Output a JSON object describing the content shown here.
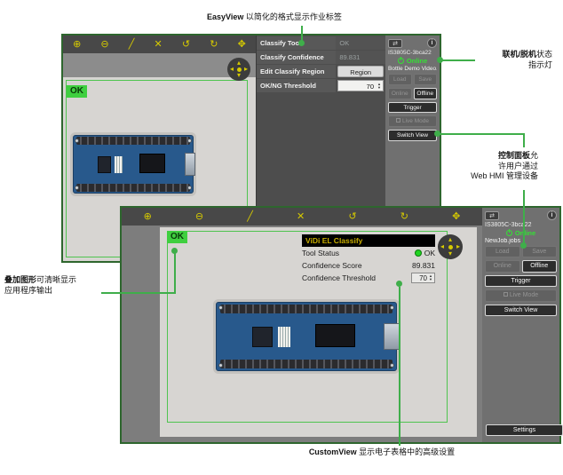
{
  "annotations": {
    "top": {
      "bold": "EasyView",
      "text": " 以简化的格式显示作业标签"
    },
    "right_status": {
      "bold": "联机/脱机",
      "rest": "状态",
      "line2": "指示灯"
    },
    "right_panel": {
      "bold": "控制面板",
      "rest": "允",
      "line2": "许用户通过",
      "line3": "Web HMI 管理设备"
    },
    "left": {
      "bold": "叠加图形",
      "rest": "可清晰显示",
      "line2": "应用程序输出"
    },
    "bottom": {
      "bold": "CustomView",
      "text": " 显示电子表格中的高级设置"
    }
  },
  "icons": {
    "zoom_in": "⊕",
    "zoom_out": "⊖",
    "measure": "╱",
    "cut": "✕",
    "undo": "↺",
    "redo": "↻",
    "move": "✥",
    "compass_up": "▴",
    "compass_down": "▾",
    "compass_left": "◂",
    "compass_right": "▸",
    "spin_up": "▲",
    "spin_down": "▼",
    "panel_toggle": "⇄",
    "info": "i"
  },
  "easyview": {
    "ok_overlay": "OK",
    "rows": {
      "tool": {
        "label": "Classify Tool",
        "value": "OK"
      },
      "confidence": {
        "label": "Classify Confidence",
        "value": "89.831"
      },
      "region": {
        "label": "Edit Classify Region",
        "button": "Region"
      },
      "threshold": {
        "label": "OK/NG Threshold",
        "value": "70"
      }
    }
  },
  "customview": {
    "ok_overlay": "OK",
    "overlay": {
      "title": "ViDi EL Classify",
      "status_label": "Tool Status",
      "status_value": "OK",
      "score_label": "Confidence Score",
      "score_value": "89.831",
      "threshold_label": "Confidence Threshold",
      "threshold_value": "70"
    }
  },
  "sidebar": {
    "device": "IS3805C-3bca22",
    "status": "Online",
    "job_easy": "Bottle Demo Video.jobs",
    "job_custom": "NewJob.jobs",
    "load": "Load",
    "save": "Save",
    "online": "Online",
    "offline": "Offline",
    "trigger": "Trigger",
    "live_mode": "Live Mode",
    "switch_view": "Switch View",
    "settings": "Settings"
  },
  "colors": {
    "callout_green": "#3fae4a",
    "roi_green": "#4fc44f",
    "ok_badge_green": "#3fcf3f",
    "toolbar_icon_yellow": "#d6ca00",
    "online_green": "#35e035",
    "vidi_title_yellow": "#c8ae00"
  }
}
